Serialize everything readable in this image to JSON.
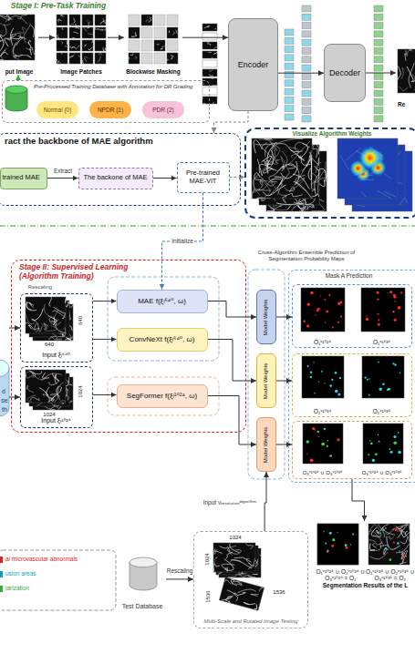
{
  "diagram": {
    "nodes": [
      {
        "text": [
          "put Image"
        ]
      },
      {
        "text": [
          "Image Patches"
        ]
      },
      {
        "text": [
          "Blockwise Masking"
        ]
      },
      {
        "text": [
          "Encoder"
        ]
      },
      {
        "text": [
          "Decoder"
        ]
      },
      {
        "text": [
          "Re"
        ]
      },
      {
        "text": [
          "Pre-Processed Training Database with Annotation for DR Grading"
        ]
      },
      {
        "text": [
          "Normal (0)"
        ],
        "in": 6
      },
      {
        "text": [
          "NPDR (1)"
        ],
        "in": 6
      },
      {
        "text": [
          "PDR (2)"
        ],
        "in": 6
      },
      {
        "text": [
          "ract the backbone of MAE algorithm"
        ]
      },
      {
        "text": [
          "trained MAE"
        ],
        "in": 10
      },
      {
        "text": [
          "The backone of MAE"
        ],
        "in": 10
      },
      {
        "text": [
          "Pre-trained MAE-ViT"
        ],
        "in": 10
      },
      {
        "text": [
          "Visualize Algorithm Weights"
        ]
      },
      {
        "text": [
          "Stage II: Supervised Learning (Algorithm Training)"
        ]
      },
      {
        "text": [
          "Input ξₗ⁶⁴⁰"
        ],
        "in": 15
      },
      {
        "text": [
          "Input ξₗ¹⁰²⁴"
        ],
        "in": 15
      },
      {
        "text": [
          "MAE f(ξₗ⁶⁴⁰, ω)"
        ],
        "in": 15
      },
      {
        "text": [
          "ConvNeXt f(ξₗ⁶⁴⁰, ω)"
        ],
        "in": 15
      },
      {
        "text": [
          "SegFormer f(ξₗ¹⁰²⁴, ω)"
        ],
        "in": 15
      },
      {
        "text": [
          "Model Weights"
        ]
      },
      {
        "text": [
          "Model Weights"
        ]
      },
      {
        "text": [
          "Model Weights"
        ]
      },
      {
        "text": [
          "Mask A Prediction"
        ]
      },
      {
        "text": [
          "O₁ᵛ¹⁰²⁴",
          "O₁ᵛ¹⁵³⁶"
        ],
        "in": 24
      },
      {
        "text": [
          "O₂ᵛ¹⁰²⁴",
          "O₂ᵛ¹⁵³⁶"
        ],
        "in": 24
      },
      {
        "text": [
          "O₃ᵛ¹⁰²⁴ ∪ O₃ᵛ¹⁵³⁶",
          "O₃ᵛ¹⁰²⁴ ∪ O₃ᵛ¹⁵³⁶"
        ],
        "in": 24
      },
      {
        "text": [
          "O₁ᵛ¹⁰²⁴ ∪ O₂ᵛ¹⁰²⁴ ∪ O₃ᵛ¹⁰²⁴ = O₁",
          "O₁ᵛ¹⁵³⁶ ∪ O₂ᵛ¹⁵³⁶ ∪ O₃ᵛ¹⁵³⁶ = O₂",
          "Segmentation Results of the L"
        ]
      },
      {
        "text": [
          "Multi-Scale and Rotated Image Testing"
        ]
      },
      {
        "text": [
          "Test Database"
        ]
      }
    ],
    "edges": [
      {
        "from": 0,
        "to": 1,
        "arrow": "to"
      },
      {
        "from": 1,
        "to": 2,
        "arrow": "to"
      },
      {
        "from": 2,
        "to": 3,
        "arrow": "to"
      },
      {
        "from": 3,
        "to": 4,
        "arrow": "to"
      },
      {
        "from": 4,
        "to": 5,
        "arrow": "to"
      },
      {
        "from": 3,
        "to": 10,
        "arrow": "to"
      },
      {
        "from": 6,
        "to": 0,
        "arrow": "to"
      },
      {
        "from": 11,
        "to": 12,
        "label": "Extract",
        "arrow": "to"
      },
      {
        "from": 12,
        "to": 13,
        "arrow": "to"
      },
      {
        "from": 13,
        "to": 14,
        "arrow": "to"
      },
      {
        "from": 13,
        "to": 18,
        "label": "Initialize",
        "arrow": "to"
      },
      {
        "from": 16,
        "to": 18,
        "arrow": "to"
      },
      {
        "from": 16,
        "to": 19,
        "arrow": "to"
      },
      {
        "from": 17,
        "to": 20,
        "arrow": "to"
      },
      {
        "from": 18,
        "to": 21,
        "arrow": "to"
      },
      {
        "from": 19,
        "to": 22,
        "arrow": "to"
      },
      {
        "from": 20,
        "to": 23,
        "arrow": "to"
      },
      {
        "from": 21,
        "to": 25,
        "arrow": "to"
      },
      {
        "from": 22,
        "to": 26,
        "arrow": "to"
      },
      {
        "from": 23,
        "to": 27,
        "arrow": "to"
      },
      {
        "from": 27,
        "to": 28,
        "arrow": "to"
      },
      {
        "from": 29,
        "to": 23,
        "label": "Input νᵣₑₛₒₗᵤₜᵢₒₙᵃˡᵍᵒʳⁱᵗʰᵐ",
        "arrow": "to"
      },
      {
        "from": 30,
        "to": 29,
        "label": "Rescaling",
        "arrow": "to"
      }
    ],
    "labels": [
      "Stage I: Pre-Task Training",
      "Cross-Algorithm Ensemble Prediction of Segmentation Probability Maps",
      "Rescaling",
      "640",
      "640",
      "1024",
      "1024",
      "1024",
      "1024",
      "1536",
      "1536",
      "d",
      "se",
      "th"
    ],
    "legend": [
      {
        "text": "al microvascular abnormals",
        "color": "#e02424"
      },
      {
        "text": "usion areas",
        "color": "#0e9fb8"
      },
      {
        "text": "larization",
        "color": "#3aa935"
      }
    ]
  }
}
